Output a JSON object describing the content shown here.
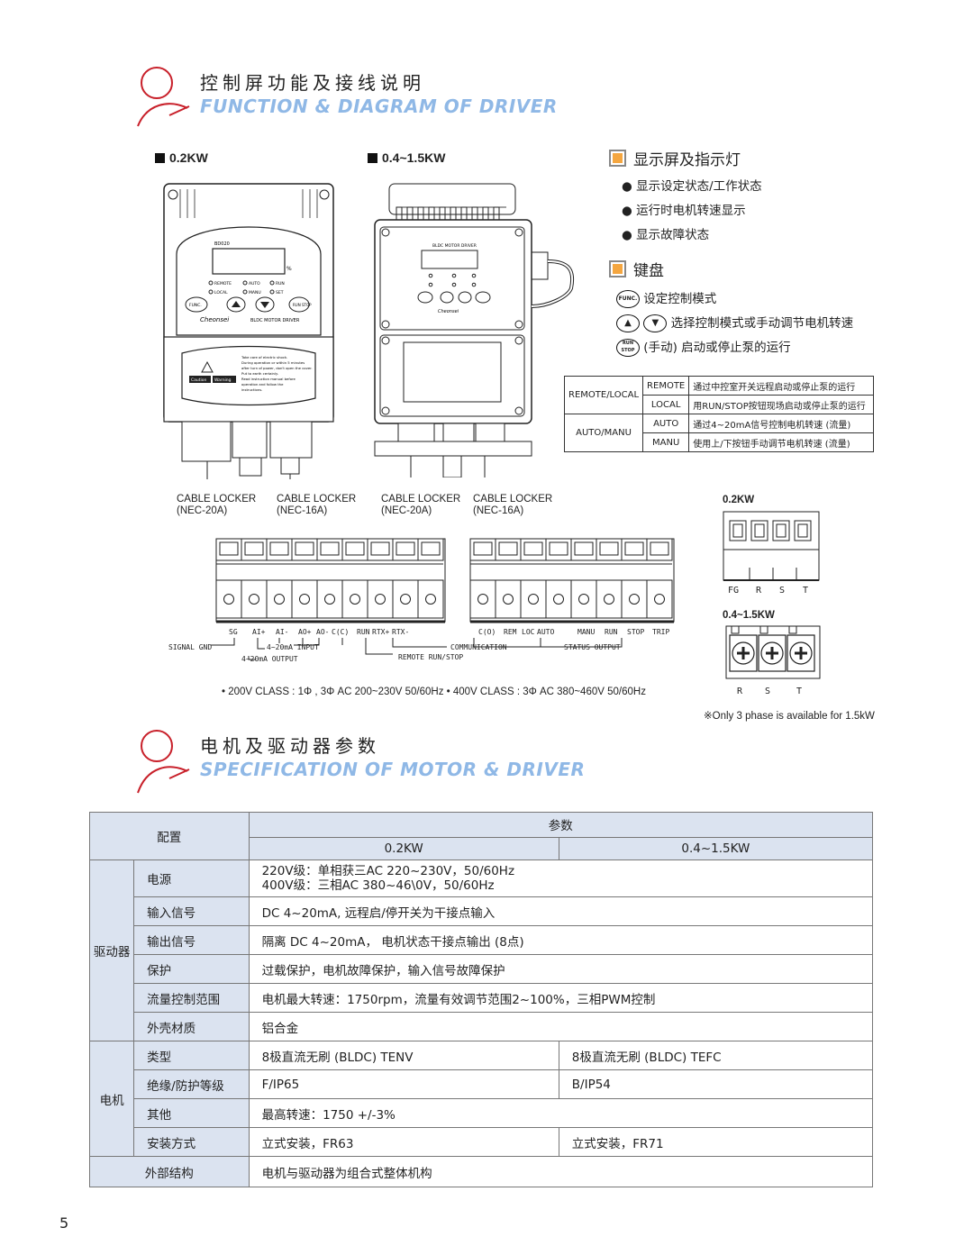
{
  "section1": {
    "title_cn": "控制屏功能及接线说明",
    "title_en": "FUNCTION & DIAGRAM OF DRIVER"
  },
  "section2": {
    "title_cn": "电机及驱动器参数",
    "title_en": "SPECIFICATION OF MOTOR & DRIVER"
  },
  "models": {
    "small": "0.2KW",
    "large": "0.4~1.5KW"
  },
  "driver_small": {
    "brand_code": "BD020",
    "unit_label": "%",
    "indicators": [
      "REMOTE",
      "AUTO",
      "RUN",
      "LOCAL",
      "MANU",
      "SET"
    ],
    "keys": {
      "func": "FUNC.",
      "runstop": "RUN STOP"
    },
    "logo": "Cheonsei",
    "name": "BLDC MOTOR DRIVER",
    "warning_lines": [
      "Take care of electric shock.",
      "During operation or within 5 minutes",
      "after turn of power, don't open the cover.",
      "Put to earth certainly.",
      "Read instruction manual before",
      "operation and follow the",
      "instructions."
    ],
    "warning_tags": [
      "Caution",
      "Warning"
    ]
  },
  "driver_large": {
    "title": "BLDC MOTOR DRIVER",
    "logo": "Cheonsei"
  },
  "cable_lockers": [
    {
      "name": "CABLE LOCKER",
      "spec": "(NEC-20A)"
    },
    {
      "name": "CABLE LOCKER",
      "spec": "(NEC-16A)"
    },
    {
      "name": "CABLE LOCKER",
      "spec": "(NEC-20A)"
    },
    {
      "name": "CABLE LOCKER",
      "spec": "(NEC-16A)"
    }
  ],
  "display_section": {
    "title": "显示屏及指示灯",
    "items": [
      "显示设定状态/工作状态",
      "运行时电机转速显示",
      "显示故障状态"
    ]
  },
  "keypad_section": {
    "title": "键盘",
    "func_key": "FUNC.",
    "func_desc": "设定控制模式",
    "arrow_desc": "选择控制模式或手动调节电机转速",
    "runstop_key": "RUN STOP",
    "runstop_desc": "(手动) 启动或停止泵的运行"
  },
  "mode_table": {
    "rows": [
      {
        "group": "REMOTE/LOCAL",
        "mode": "REMOTE",
        "desc": "通过中控室开关远程启动或停止泵的运行"
      },
      {
        "group": "REMOTE/LOCAL",
        "mode": "LOCAL",
        "desc": "用RUN/STOP按钮现场启动或停止泵的运行"
      },
      {
        "group": "AUTO/MANU",
        "mode": "AUTO",
        "desc": "通过4~20mA信号控制电机转速 (流量)"
      },
      {
        "group": "AUTO/MANU",
        "mode": "MANU",
        "desc": "使用上/下按钮手动调节电机转速 (流量)"
      }
    ],
    "groups": [
      "REMOTE/LOCAL",
      "AUTO/MANU"
    ]
  },
  "terminals": {
    "left": [
      "SG",
      "AI+",
      "AI-",
      "AO+",
      "AO-",
      "C(C)",
      "RUN",
      "RTX+",
      "RTX-"
    ],
    "right": [
      "C(O)",
      "REM",
      "LOC",
      "AUTO",
      "",
      "MANU",
      "RUN",
      "STOP",
      "TRIP"
    ],
    "annotations": {
      "signal_gnd": "SIGNAL GND",
      "input": "4~20mA INPUT",
      "output": "4~20mA OUTPUT",
      "communication": "COMMUNICATION",
      "remote_runstop": "REMOTE RUN/STOP",
      "status_output": "STATUS OUTPUT"
    },
    "class_note": "• 200V CLASS : 1Φ , 3Φ  AC 200~230V 50/60Hz  •  400V CLASS : 3Φ  AC 380~460V 50/60Hz"
  },
  "power_terminals": {
    "small_label": "0.2KW",
    "small_terms": [
      "FG",
      "R",
      "S",
      "T"
    ],
    "large_label": "0.4~1.5KW",
    "large_terms": [
      "R",
      "S",
      "T"
    ],
    "note": "※Only 3 phase is available for 1.5kW"
  },
  "spec_table": {
    "config": "配置",
    "params": "参数",
    "col_a": "0.2KW",
    "col_b": "0.4~1.5KW",
    "driver_group": "驱动器",
    "motor_group": "电机",
    "driver_rows": [
      {
        "item": "电源",
        "value": "220V级：单相获三AC 220~230V，50/60Hz",
        "value2": "400V级：三相AC 380~46\\0V，50/60Hz"
      },
      {
        "item": "输入信号",
        "value": "DC 4~20mA, 远程启/停开关为干接点输入"
      },
      {
        "item": "输出信号",
        "value": "隔离 DC 4~20mA， 电机状态干接点输出 (8点)"
      },
      {
        "item": "保护",
        "value": "过载保护，电机故障保护，输入信号故障保护"
      },
      {
        "item": "流量控制范围",
        "value": "电机最大转速：1750rpm，流量有效调节范围2~100%，三相PWM控制"
      },
      {
        "item": "外壳材质",
        "value": "铝合金"
      }
    ],
    "motor_rows": [
      {
        "item": "类型",
        "a": "8极直流无刷 (BLDC) TENV",
        "b": "8极直流无刷 (BLDC) TEFC"
      },
      {
        "item": "绝缘/防护等级",
        "a": "F/IP65",
        "b": "B/IP54"
      },
      {
        "item": "其他",
        "value": "最高转速：1750 +/-3%"
      },
      {
        "item": "安装方式",
        "a": "立式安装，FR63",
        "b": "立式安装，FR71"
      }
    ],
    "external": {
      "item": "外部结构",
      "value": "电机与驱动器为组合式整体机构"
    }
  },
  "page_number": "5",
  "colors": {
    "accent_red": "#c8202a",
    "accent_blue": "#8fb8e6",
    "table_header": "#dbe3f0",
    "key_orange": "#f4a640"
  }
}
